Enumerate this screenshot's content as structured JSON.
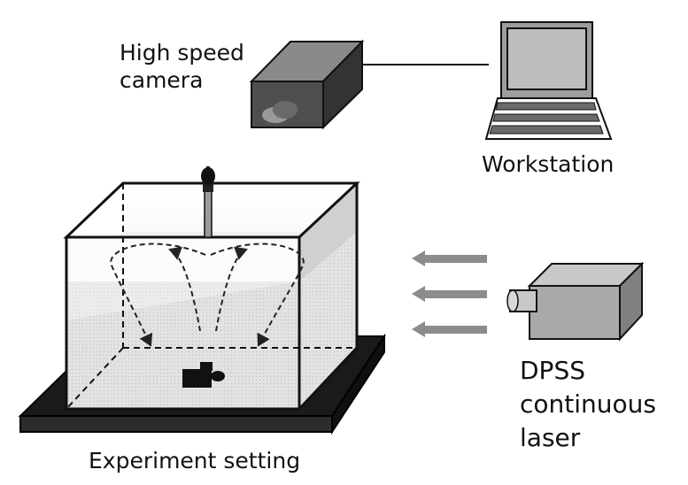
{
  "labels": {
    "camera": [
      "High speed",
      "camera"
    ],
    "workstation": "Workstation",
    "laser": [
      "DPSS",
      "continuous",
      "laser"
    ],
    "experiment": "Experiment setting"
  },
  "colors": {
    "camera_front": "#4f4f4f",
    "camera_top": "#8a8a8a",
    "camera_side": "#333333",
    "laser_body": "#a9a9a9",
    "arrow": "#8c8c8c",
    "base": "#1a1a1a",
    "water": "#d9d9d9"
  },
  "icons": {
    "camera": "high-speed-camera-icon",
    "workstation": "computer-workstation-icon",
    "laser": "laser-source-icon",
    "nozzle": "nozzle-icon",
    "sample": "sample-object-icon"
  }
}
